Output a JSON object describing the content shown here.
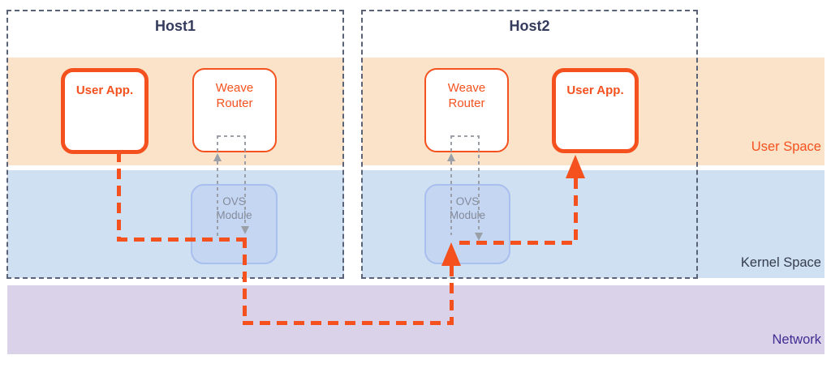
{
  "hosts": [
    {
      "title": "Host1",
      "user_app_label": "User App.",
      "weave_line1": "Weave",
      "weave_line2": "Router",
      "ovs_line1": "OVS",
      "ovs_line2": "Module"
    },
    {
      "title": "Host2",
      "user_app_label": "User App.",
      "weave_line1": "Weave",
      "weave_line2": "Router",
      "ovs_line1": "OVS",
      "ovs_line2": "Module"
    }
  ],
  "bands": {
    "user_space": {
      "label": "User Space",
      "fill": "#FAE3C9",
      "label_color": "#F4511E"
    },
    "kernel_space": {
      "label": "Kernel Space",
      "fill": "#CEE0F2",
      "label_color": "#363C4F"
    },
    "network": {
      "label": "Network",
      "fill": "#D9D2E8",
      "label_color": "#3F2D94"
    }
  },
  "colors": {
    "flow_arrow": "#F4511E",
    "node_border": "#F4511E",
    "host_border": "#5A6377",
    "host_title": "#343B5C",
    "ovs_fill": "#C4D6F2",
    "ovs_border": "#A9BFED",
    "ovs_text": "#848B9B",
    "gray_connector": "#9BA0A8"
  }
}
